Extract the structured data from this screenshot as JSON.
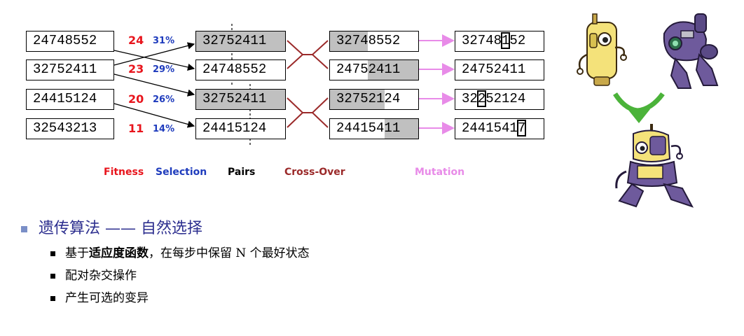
{
  "population": [
    "24748552",
    "32752411",
    "24415124",
    "32543213"
  ],
  "fitness": [
    "24",
    "23",
    "20",
    "11"
  ],
  "selection": [
    "31%",
    "29%",
    "26%",
    "14%"
  ],
  "pairs": [
    "32752411",
    "24748552",
    "32752411",
    "24415124"
  ],
  "crossover": [
    "32748552",
    "24752411",
    "32752124",
    "24415411"
  ],
  "mutation": {
    "rows": [
      {
        "pre": "32748",
        "hl": "1",
        "post": "52"
      },
      {
        "pre": "24752411",
        "hl": "",
        "post": ""
      },
      {
        "pre": "32",
        "hl": "2",
        "post": "52124"
      },
      {
        "pre": "2441541",
        "hl": "7",
        "post": ""
      }
    ]
  },
  "captions": {
    "fitness": "Fitness",
    "selection": "Selection",
    "pairs": "Pairs",
    "crossover": "Cross-Over",
    "mutation": "Mutation"
  },
  "colors": {
    "fitness": "#e8141c",
    "selection": "#1f3cbd",
    "crossover": "#9b2a2a",
    "mutation": "#e88be8",
    "bullet": "#2d2f8f"
  },
  "text": {
    "main_bullet": "遗传算法 —— 自然选择",
    "sub1_pre": "基于",
    "sub1_bold": "适应度函数",
    "sub1_post": "，在每步中保留 N 个最好状态",
    "sub2": "配对杂交操作",
    "sub3": "产生可选的变异"
  },
  "icons": [
    "robot-parent-yellow",
    "robot-parent-purple",
    "merge-arrow-icon",
    "robot-child"
  ]
}
